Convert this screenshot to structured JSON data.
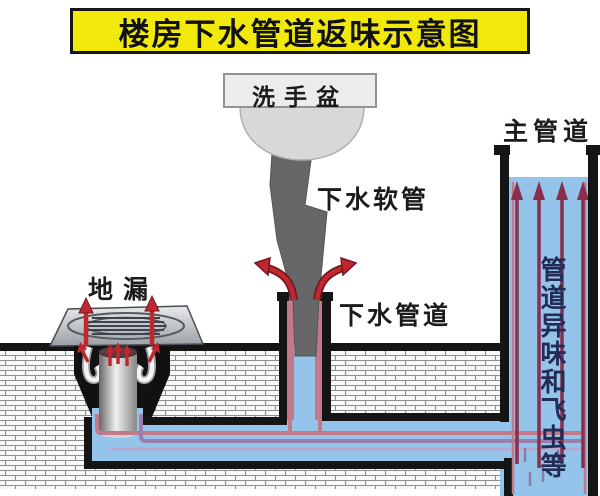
{
  "title": "楼房下水管道返味示意图",
  "labels": {
    "basin": "洗手盆",
    "hose": "下水软管",
    "floor_drain": "地漏",
    "drain_pipe": "下水管道",
    "main_pipe": "主管道",
    "odor_vertical": "管道异味和飞虫等"
  },
  "colors": {
    "title_bg": "#f2e90c",
    "pipe_blue": "#94c4e9",
    "arrow_red": "#c1272d",
    "arrow_maroon": "#8a2f4b",
    "stripe_pink": "#c4798a",
    "stripe_mauve": "#9a7fae",
    "odor_navy": "#232c55"
  }
}
